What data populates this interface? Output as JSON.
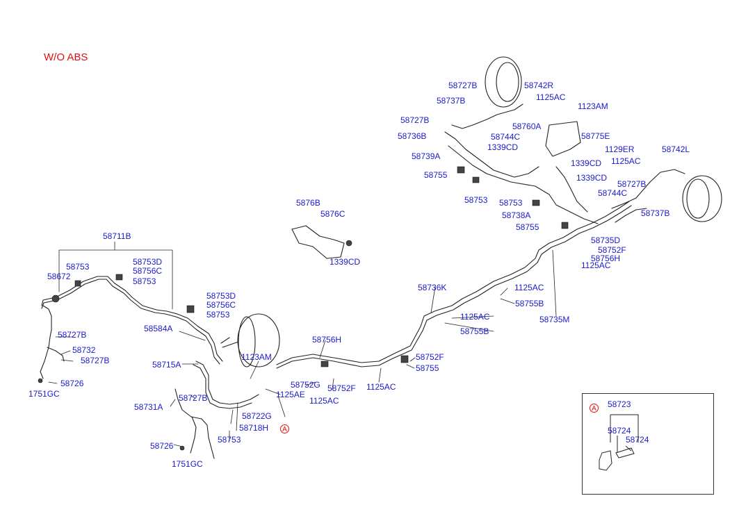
{
  "diagram": {
    "title": "W/O ABS",
    "marker": "A",
    "inset": {
      "marker": "A",
      "labels": [
        "58723",
        "58724",
        "58724"
      ]
    },
    "labels": [
      "58711B",
      "58753",
      "58672",
      "58753D",
      "58756C",
      "58753",
      "58753D",
      "58756C",
      "58753",
      "58584A",
      "58727B",
      "58732",
      "58727B",
      "58726",
      "1751GC",
      "58715A",
      "58731A",
      "58727B",
      "58726",
      "1751GC",
      "58753",
      "58718H",
      "58722G",
      "1123AM",
      "1125AE",
      "1125AC",
      "58752G",
      "58752F",
      "58756H",
      "1125AC",
      "58752F",
      "58755",
      "5876B",
      "5876C",
      "1339CD",
      "58736K",
      "1125AC",
      "58755B",
      "1125AC",
      "58755B",
      "58735M",
      "58727B",
      "58742R",
      "58737B",
      "1125AC",
      "1123AM",
      "58727B",
      "58760A",
      "58736B",
      "58744C",
      "58775E",
      "1339CD",
      "1129ER",
      "58739A",
      "1125AC",
      "58742L",
      "1339CD",
      "58755",
      "1339CD",
      "58753",
      "58727B",
      "58744C",
      "58753",
      "58738A",
      "58737B",
      "58755",
      "58735D",
      "58752F",
      "58756H",
      "1125AC"
    ]
  }
}
